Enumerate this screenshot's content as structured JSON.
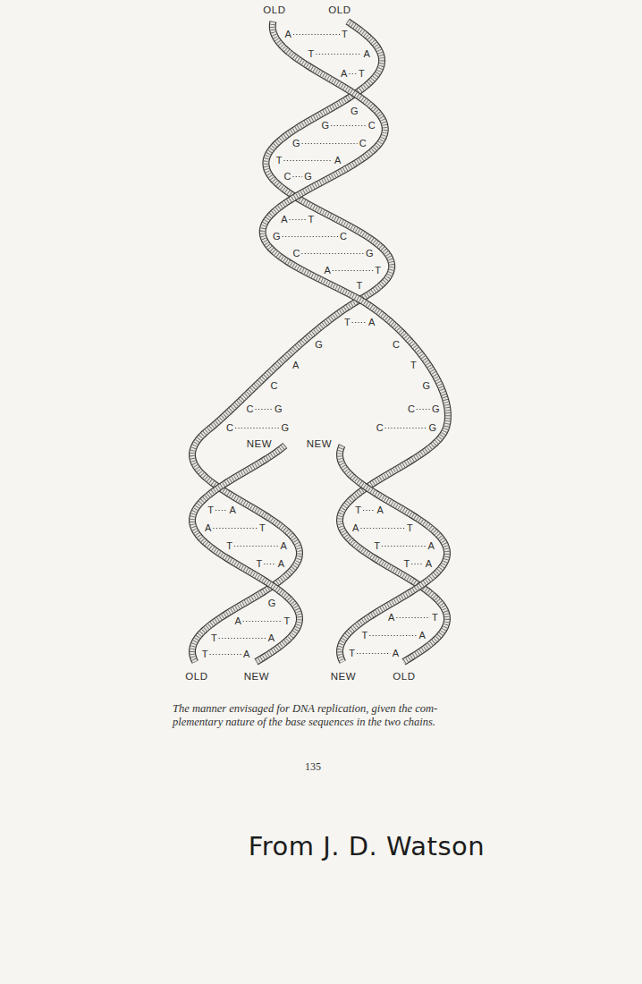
{
  "diagram": {
    "caption": "The manner envisaged for DNA replication, given the com- plementary nature of the base sequences in the two chains.",
    "labels": [
      "OLD",
      "OLD",
      "A",
      "T",
      "T",
      "A",
      "A",
      "T",
      "G",
      "G",
      "C",
      "G",
      "C",
      "T",
      "A",
      "C",
      "G",
      "A",
      "T",
      "G",
      "C",
      "C",
      "G",
      "A",
      "T",
      "T",
      "T",
      "A",
      "G",
      "C",
      "A",
      "T",
      "C",
      "G",
      "C",
      "G",
      "C",
      "G",
      "C",
      "G",
      "C",
      "G",
      "NEW",
      "NEW",
      "T",
      "A",
      "A",
      "T",
      "T",
      "A",
      "T",
      "A",
      "G",
      "A",
      "T",
      "T",
      "A",
      "T",
      "A",
      "T",
      "A",
      "A",
      "T",
      "T",
      "A",
      "T",
      "A",
      "A",
      "T",
      "T",
      "A",
      "T",
      "A",
      "OLD",
      "NEW",
      "NEW",
      "OLD",
      "135",
      "From J. D. Watson"
    ]
  }
}
